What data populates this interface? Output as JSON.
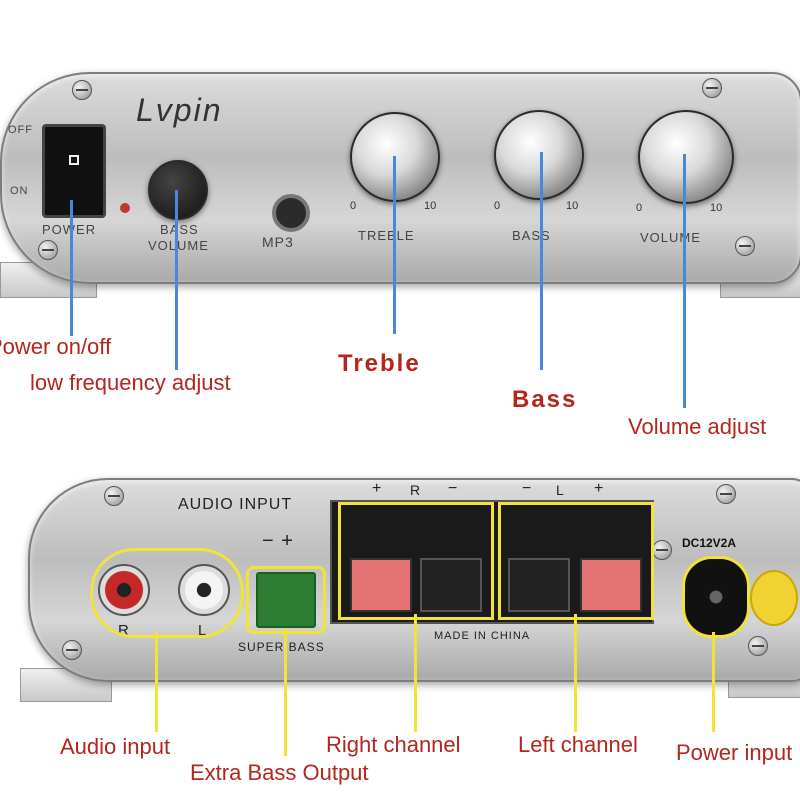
{
  "front": {
    "brand": "Lvpin",
    "switch_off": "OFF",
    "switch_on": "ON",
    "power_label": "POWER",
    "bass_volume_label_1": "BASS",
    "bass_volume_label_2": "VOLUME",
    "mp3_label": "MP3",
    "knobs": [
      {
        "label": "TREBLE",
        "min": "0",
        "max": "10"
      },
      {
        "label": "BASS",
        "min": "0",
        "max": "10"
      },
      {
        "label": "VOLUME",
        "min": "0",
        "max": "10"
      }
    ]
  },
  "front_callouts": {
    "power": "Power on/off",
    "low_freq": "low frequency adjust",
    "treble": "Treble",
    "bass": "Bass",
    "volume": "Volume adjust"
  },
  "back": {
    "audio_input_label": "AUDIO INPUT",
    "terminal_polarity": "− +",
    "rca_r": "R",
    "rca_l": "L",
    "super_bass_label": "SUPER BASS",
    "spk_r_plus": "+",
    "spk_r_letter": "R",
    "spk_r_minus": "−",
    "spk_l_minus": "−",
    "spk_l_letter": "L",
    "spk_l_plus": "+",
    "made_in": "MADE IN CHINA",
    "dc_label": "DC12V2A"
  },
  "back_callouts": {
    "audio_input": "Audio input",
    "extra_bass": "Extra Bass Output",
    "right_channel": "Right channel",
    "left_channel": "Left channel",
    "power_input": "Power input"
  },
  "colors": {
    "callout_text": "#b3261e",
    "front_line": "#4c86d8",
    "back_line": "#f2e23a"
  }
}
